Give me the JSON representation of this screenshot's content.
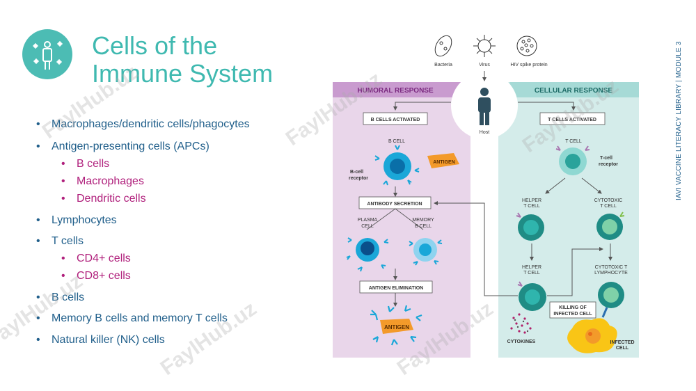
{
  "slide": {
    "title_line1": "Cells of the",
    "title_line2": "Immune System",
    "sidebar_text": "IAVI VACCINE LITERACY LIBRARY  |  MODULE 3",
    "logo_icon": "person-with-viruses-icon",
    "accent_color": "#3fb9b0"
  },
  "bullets": [
    {
      "text": "Macrophages/dendritic cells/phagocytes",
      "level": 1
    },
    {
      "text": "Antigen-presenting cells (APCs)",
      "level": 1
    },
    {
      "text": "B cells",
      "level": 2
    },
    {
      "text": "Macrophages",
      "level": 2
    },
    {
      "text": "Dendritic cells",
      "level": 2
    },
    {
      "text": "Lymphocytes",
      "level": 1
    },
    {
      "text": "T cells",
      "level": 1
    },
    {
      "text": "CD4+ cells",
      "level": 2
    },
    {
      "text": "CD8+ cells",
      "level": 2
    },
    {
      "text": "B cells",
      "level": 1
    },
    {
      "text": "Memory B cells and memory T cells",
      "level": 1
    },
    {
      "text": "Natural killer (NK) cells",
      "level": 1
    }
  ],
  "bullet_glyph": "•",
  "diagram": {
    "pathogens": {
      "bacteria": "Bacteria",
      "virus": "Virus",
      "hiv": "HIV spike protein"
    },
    "host": "Host",
    "humoral": {
      "header": "HUMORAL RESPONSE",
      "b_cells_activated": "B CELLS ACTIVATED",
      "b_cell": "B CELL",
      "b_cell_receptor_1": "B-cell",
      "b_cell_receptor_2": "receptor",
      "antigen": "ANTIGEN",
      "antibody_secretion": "ANTIBODY SECRETION",
      "plasma_cell_1": "PLASMA",
      "plasma_cell_2": "CELL",
      "memory_b_cell_1": "MEMORY",
      "memory_b_cell_2": "B CELL",
      "antigen_elimination": "ANTIGEN ELIMINATION",
      "antigen_bottom": "ANTIGEN"
    },
    "cellular": {
      "header": "CELLULAR RESPONSE",
      "t_cells_activated": "T CELLS ACTIVATED",
      "t_cell": "T CELL",
      "t_cell_receptor_1": "T-cell",
      "t_cell_receptor_2": "receptor",
      "helper_t_1": "HELPER",
      "helper_t_2": "T CELL",
      "cytotoxic_t_1": "CYTOTOXIC",
      "cytotoxic_t_2": "T CELL",
      "helper_t2_1": "HELPER",
      "helper_t2_2": "T CELL",
      "cytotoxic_lymph_1": "CYTOTOXIC T",
      "cytotoxic_lymph_2": "LYMPHOCYTE",
      "killing_1": "KILLING OF",
      "killing_2": "INFECTED CELL",
      "cytokines": "CYTOKINES",
      "infected_1": "INFECTED",
      "infected_2": "CELL"
    },
    "colors": {
      "humoral_bg": "#e9d6ea",
      "humoral_header": "#c99bcf",
      "cellular_bg": "#d4ecea",
      "cellular_header": "#a6dad6",
      "b_cell": "#1aa7d8",
      "t_cell": "#2aa39b",
      "antigen": "#f39a2a"
    }
  },
  "watermark": "FaylHub.uz"
}
